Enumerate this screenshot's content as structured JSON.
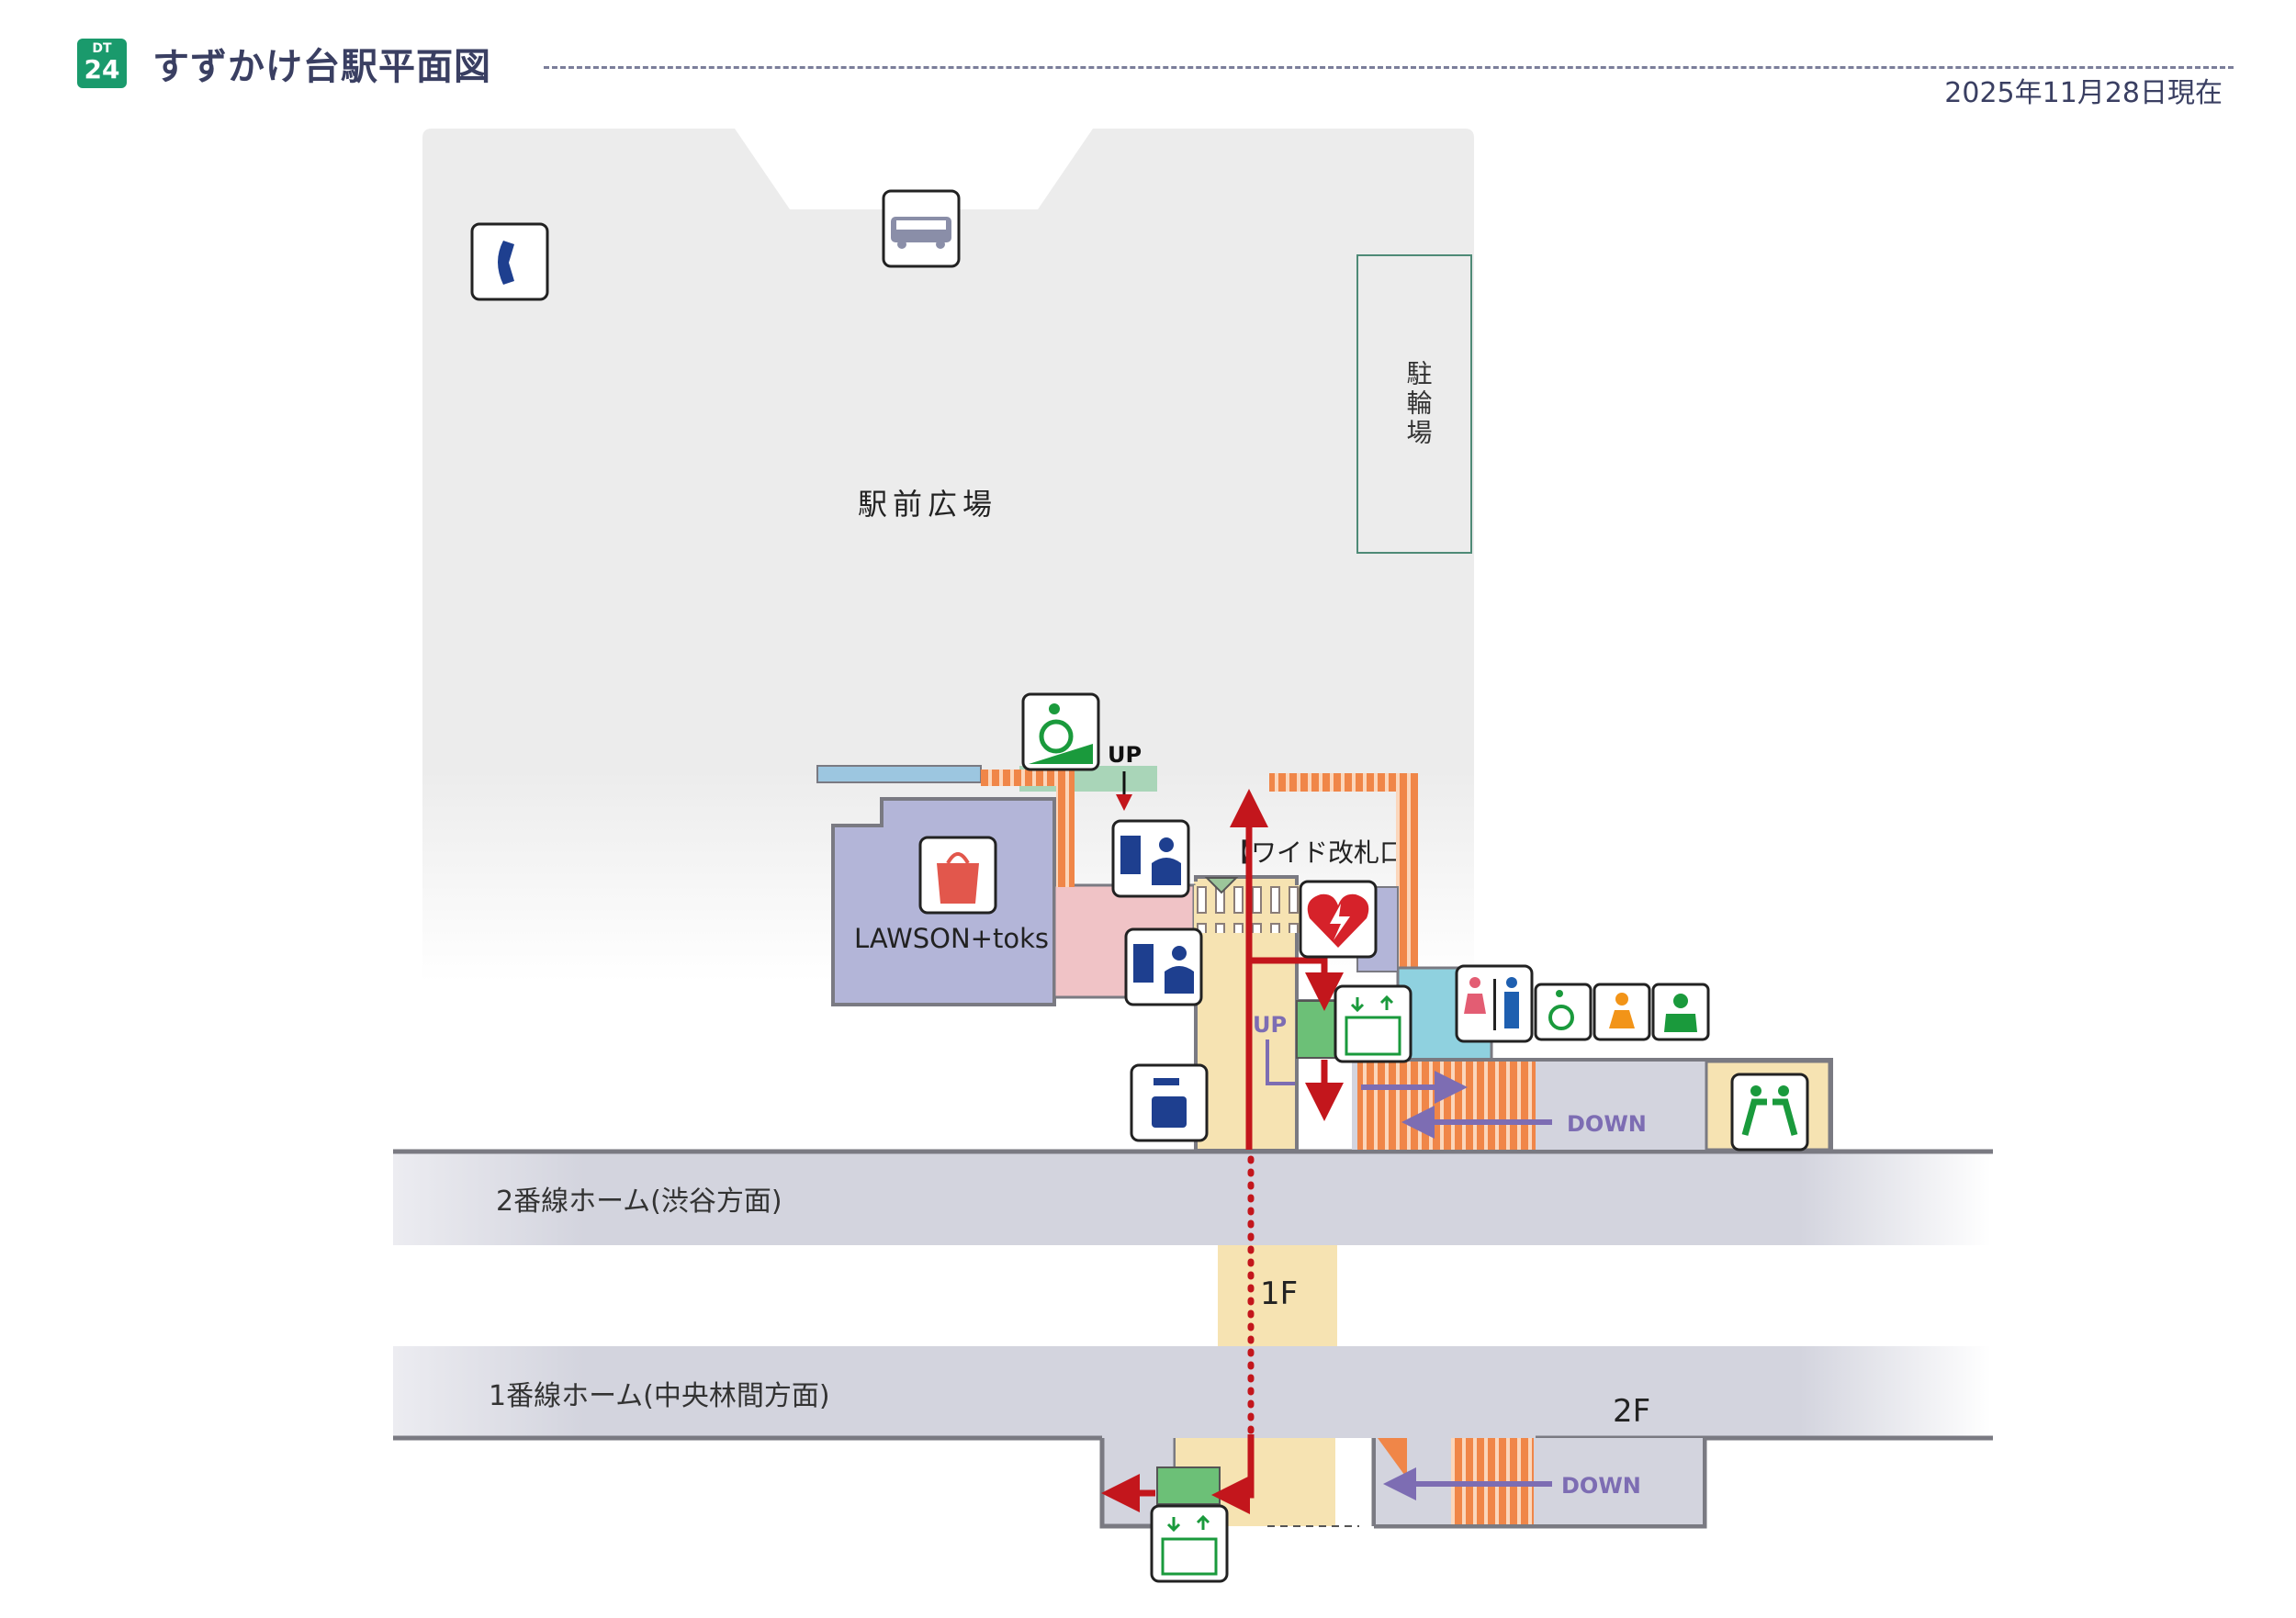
{
  "header": {
    "line_code": "DT",
    "station_number": "24",
    "title": "すずかけ台駅平面図",
    "as_of": "2025年11月28日現在"
  },
  "areas": {
    "plaza": "駅前広場",
    "bicycle_parking": "駐輪場",
    "store": "LAWSON+toks",
    "gate": "【ワイド改札口】",
    "platform_2": "2番線ホーム(渋谷方面)",
    "platform_1": "1番線ホーム(中央林間方面)"
  },
  "floors": {
    "first": "1F",
    "second": "2F"
  },
  "directions": {
    "up": "UP",
    "down": "DOWN"
  },
  "icons": [
    "telephone-icon",
    "bus-icon",
    "wheelchair-slope-icon",
    "ticket-machine-icon",
    "ticket-office-icon",
    "shop-icon",
    "aed-icon",
    "elevator-icon",
    "toilet-icon",
    "accessible-toilet-icon",
    "baby-care-icon",
    "first-aid-room-icon",
    "waiting-room-icon",
    "coin-locker-icon"
  ],
  "colors": {
    "brand": "#1a9a6c",
    "title_text": "#3a3f62",
    "accessible_route": "#c3161c",
    "stairs": "#e87a3e",
    "escalator_arrow": "#7d6db3",
    "store": "#b3b5d8",
    "concourse": "#f3dfa8",
    "platform": "#d3d4de",
    "elevator": "#6cc077"
  }
}
